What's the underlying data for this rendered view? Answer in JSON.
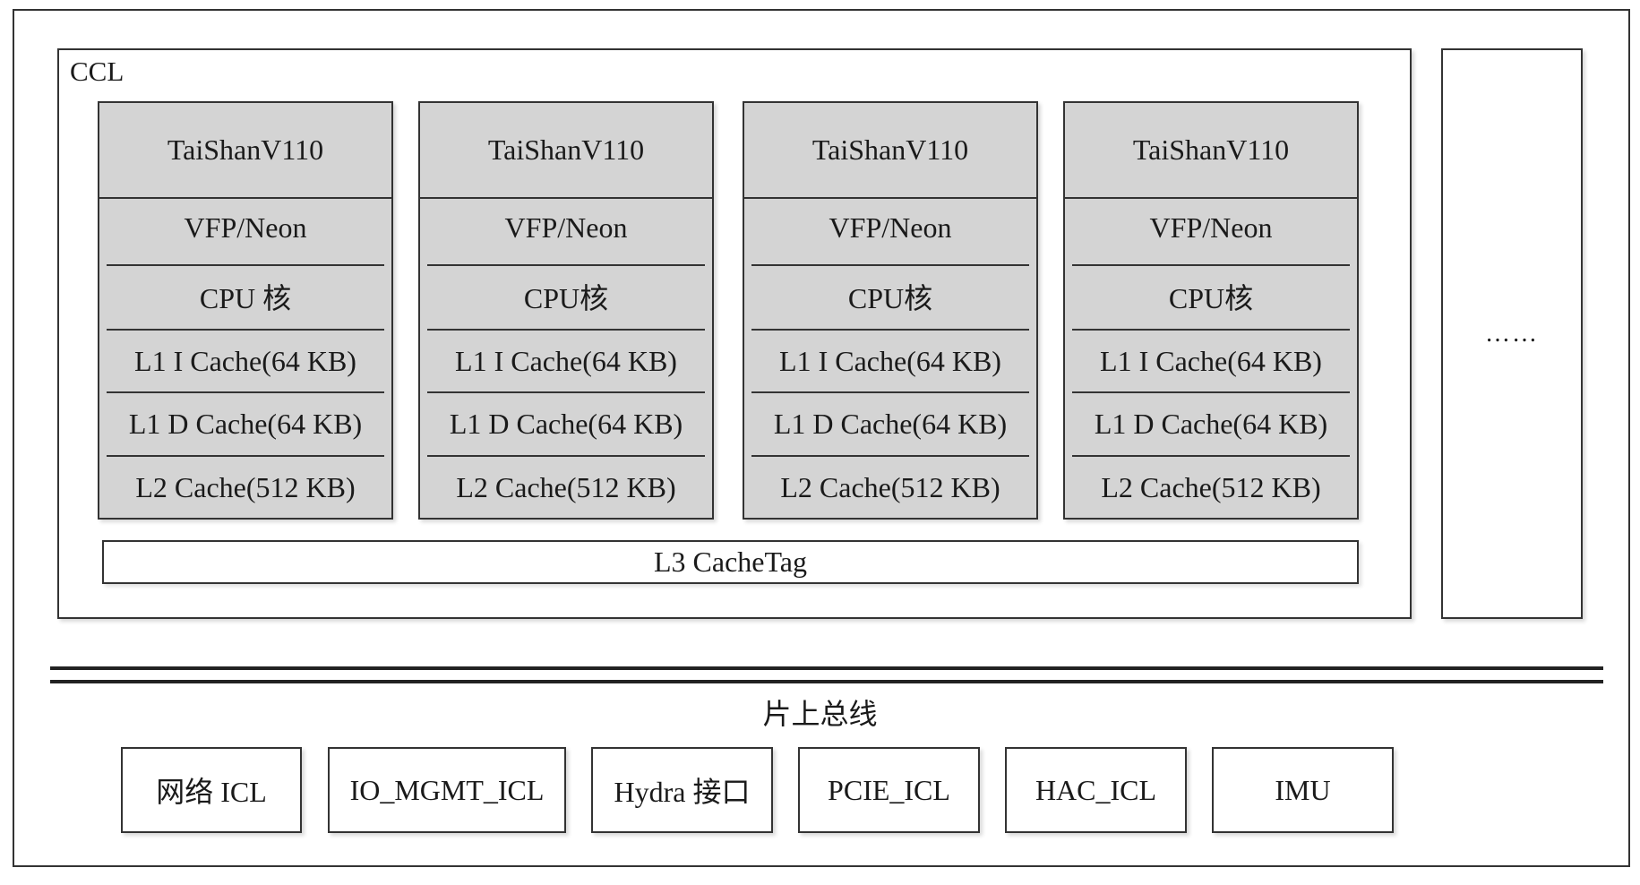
{
  "ccl": {
    "label": "CCL",
    "cores": [
      {
        "title": "TaiShanV110",
        "layers": [
          "VFP/Neon",
          "CPU 核",
          "L1 I Cache(64 KB)",
          "L1 D Cache(64 KB)",
          "L2 Cache(512 KB)"
        ]
      },
      {
        "title": "TaiShanV110",
        "layers": [
          "VFP/Neon",
          "CPU核",
          "L1 I Cache(64 KB)",
          "L1 D Cache(64 KB)",
          "L2 Cache(512 KB)"
        ]
      },
      {
        "title": "TaiShanV110",
        "layers": [
          "VFP/Neon",
          "CPU核",
          "L1 I Cache(64 KB)",
          "L1 D Cache(64 KB)",
          "L2 Cache(512 KB)"
        ]
      },
      {
        "title": "TaiShanV110",
        "layers": [
          "VFP/Neon",
          "CPU核",
          "L1 I Cache(64 KB)",
          "L1 D Cache(64 KB)",
          "L2 Cache(512 KB)"
        ]
      }
    ],
    "l3": "L3 CacheTag"
  },
  "more": "……",
  "bus": {
    "label": "片上总线"
  },
  "devices": [
    "网络 ICL",
    "IO_MGMT_ICL",
    "Hydra 接口",
    "PCIE_ICL",
    "HAC_ICL",
    "IMU"
  ],
  "colors": {
    "core_fill": "#d4d4d4",
    "line": "#333333"
  }
}
